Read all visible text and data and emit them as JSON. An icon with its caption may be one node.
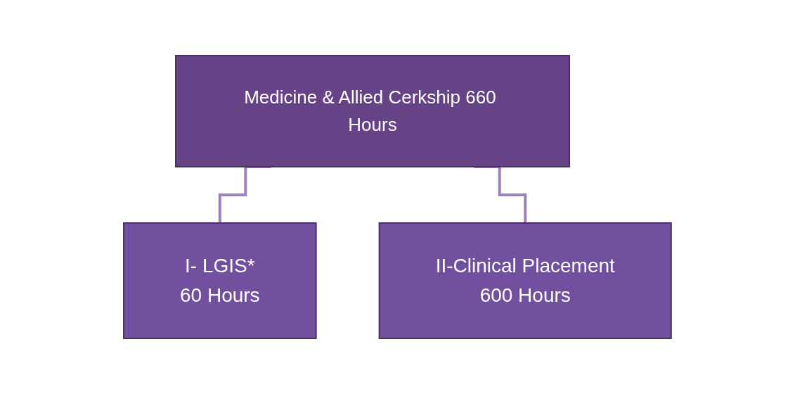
{
  "diagram": {
    "nodes": [
      {
        "text": [
          "Medicine & Allied Cerkship 660 Hours"
        ]
      },
      {
        "text": [
          "I- LGIS*",
          "60 Hours"
        ]
      },
      {
        "text": [
          "II-Clinical Placement",
          "600 Hours"
        ]
      }
    ],
    "edges": [
      {
        "from": 0,
        "to": 1,
        "arrow": "none"
      },
      {
        "from": 0,
        "to": 2,
        "arrow": "none"
      }
    ]
  }
}
